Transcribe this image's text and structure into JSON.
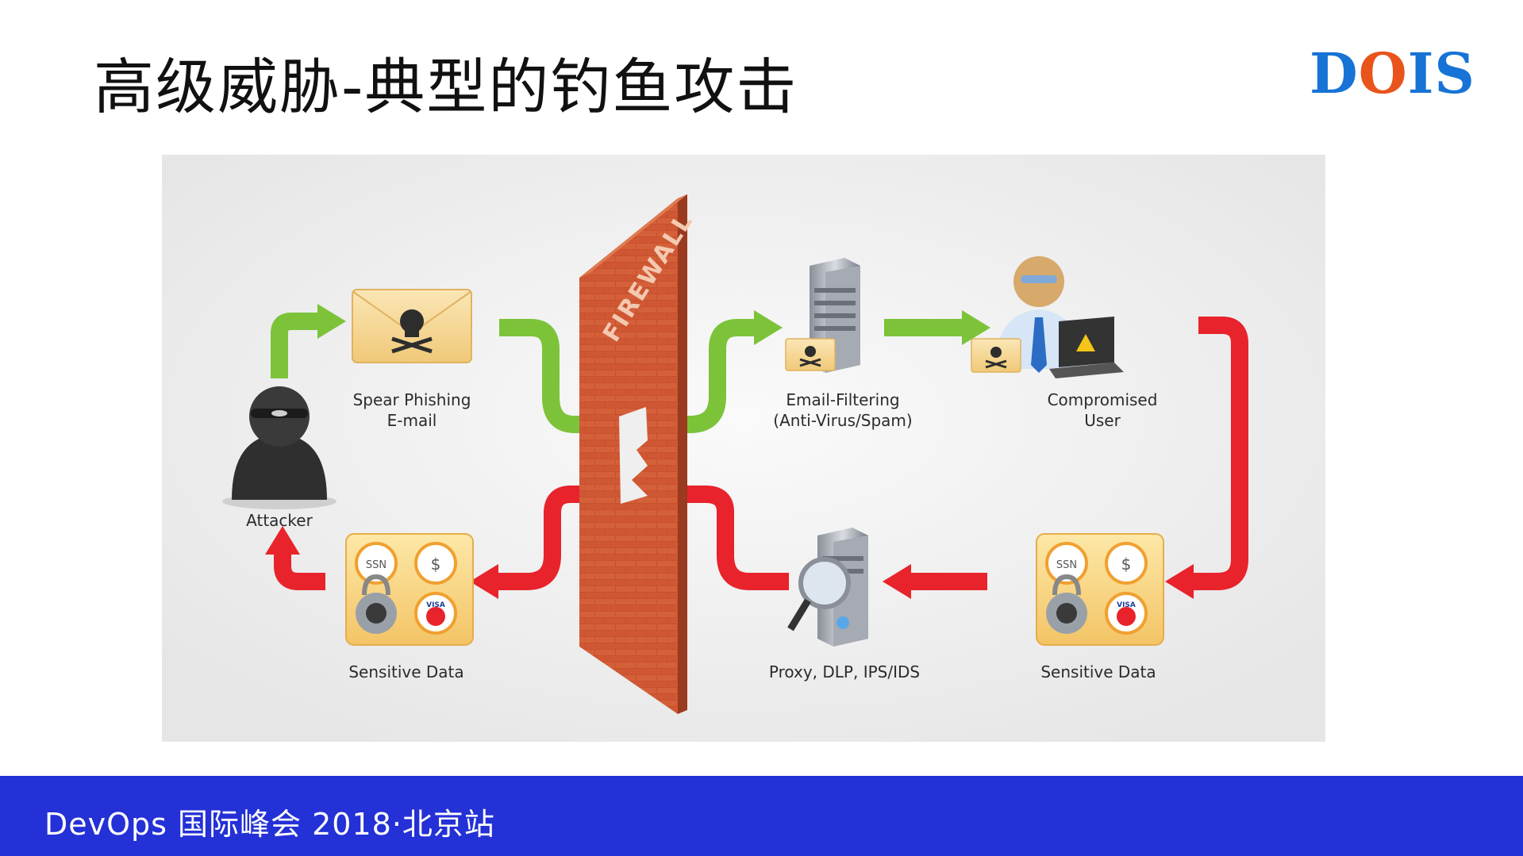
{
  "slide": {
    "title": "高级威胁-典型的钓鱼攻击",
    "logo": {
      "d": "D",
      "o": "O",
      "is": "IS",
      "primary_color": "#1773d6",
      "accent_color": "#e8541c"
    },
    "footer_text": "DevOps 国际峰会 2018·北京站",
    "footer_color": "#2431d6"
  },
  "diagram": {
    "firewall_text": "FIREWALL",
    "nodes": {
      "attacker": "Attacker",
      "spear_phishing": "Spear Phishing\nE-mail",
      "email_filtering": "Email-Filtering\n(Anti-Virus/Spam)",
      "compromised_user": "Compromised\nUser",
      "sensitive_data_right": "Sensitive Data",
      "proxy": "Proxy, DLP, IPS/IDS",
      "sensitive_data_left": "Sensitive Data"
    },
    "badges": {
      "ssn": "SSN",
      "dollar": "$",
      "visa": "VISA"
    },
    "colors": {
      "green_flow": "#7cc33a",
      "red_flow": "#e8232b",
      "firewall": "#c9502c",
      "panel_bg": "#efefef"
    }
  }
}
